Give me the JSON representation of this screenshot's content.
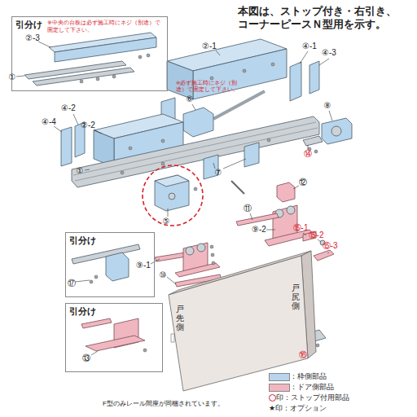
{
  "diagram": {
    "title": "本図は、ストップ付き・右引き、コーナーピースＮ型用を示す。",
    "caption": "F型のみレール間座が同梱されています。",
    "nodes": [
      {
        "text": [
          "引分け",
          "※中央の台板は必ず施工時にネジ（別途）で固定して下さい。"
        ]
      },
      {
        "text": [
          "引分け"
        ]
      },
      {
        "text": [
          "引分け"
        ]
      },
      {
        "text": [
          "戸尻側",
          "戸先側"
        ]
      }
    ],
    "edges": [],
    "labels": [
      "②-3",
      "①",
      "②-1",
      "④-1",
      "④-3",
      "※必ず施工時にネジ（別途）で固定して下さい。",
      "⑥",
      "④-2",
      "④-4",
      "②-2",
      "⑧",
      "⑭",
      "①",
      "⑦",
      "⑤",
      "⑫",
      "⑪",
      "⑨-2",
      "⑮-1",
      "⑮-2",
      "⑮-3",
      "⑨-1",
      "⑩",
      "⑰",
      "⑬",
      "⑯"
    ],
    "legend": [
      {
        "text": "：枠側部品",
        "color": "#b7d5ec"
      },
      {
        "text": "：ドア側部品",
        "color": "#f1b7c0"
      },
      {
        "text": "印：ストップ付用部品"
      },
      {
        "text": "★印：オプション"
      }
    ]
  }
}
